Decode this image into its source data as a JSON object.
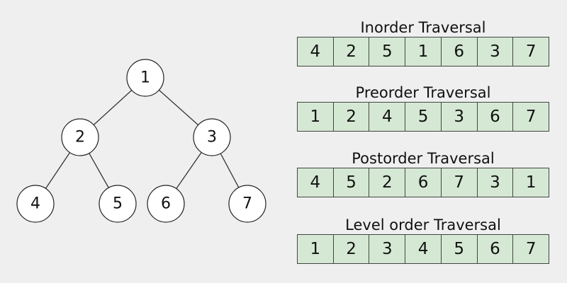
{
  "tree": {
    "nodes": [
      {
        "id": "n1",
        "label": "1"
      },
      {
        "id": "n2",
        "label": "2"
      },
      {
        "id": "n3",
        "label": "3"
      },
      {
        "id": "n4",
        "label": "4"
      },
      {
        "id": "n5",
        "label": "5"
      },
      {
        "id": "n6",
        "label": "6"
      },
      {
        "id": "n7",
        "label": "7"
      }
    ]
  },
  "traversals": [
    {
      "title": "Inorder Traversal",
      "values": [
        "4",
        "2",
        "5",
        "1",
        "6",
        "3",
        "7"
      ]
    },
    {
      "title": "Preorder Traversal",
      "values": [
        "1",
        "2",
        "4",
        "5",
        "3",
        "6",
        "7"
      ]
    },
    {
      "title": "Postorder Traversal",
      "values": [
        "4",
        "5",
        "2",
        "6",
        "7",
        "3",
        "1"
      ]
    },
    {
      "title": "Level order Traversal",
      "values": [
        "1",
        "2",
        "3",
        "4",
        "5",
        "6",
        "7"
      ]
    }
  ],
  "colors": {
    "background": "#efefef",
    "cell_fill": "#d5e8d4",
    "node_fill": "#ffffff",
    "stroke": "#444444"
  }
}
